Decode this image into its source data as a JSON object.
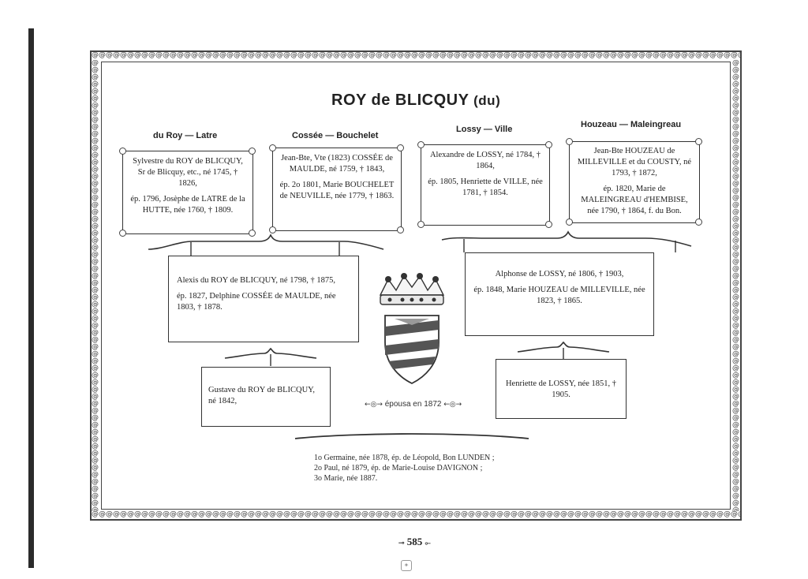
{
  "title": {
    "main": "ROY de BLICQUY",
    "suffix": "(du)"
  },
  "column_headers": [
    "du Roy — Latre",
    "Cossée — Bouchelet",
    "Lossy — Ville",
    "Houzeau — Maleingreau"
  ],
  "grandparents": [
    {
      "line1": "Sylvestre du ROY de BLICQUY, Sr de Blicquy, etc., né 1745, † 1826,",
      "line2": "ép. 1796, Josèphe de LATRE de la HUTTE, née 1760, † 1809."
    },
    {
      "line1": "Jean-Bte, Vte (1823) COSSÉE de MAULDE, né 1759, † 1843,",
      "line2": "ép. 2o 1801, Marie BOUCHELET de NEUVILLE, née 1779, † 1863."
    },
    {
      "line1": "Alexandre de LOSSY, né 1784, † 1864,",
      "line2": "ép. 1805, Henriette de VILLE, née 1781, † 1854."
    },
    {
      "line1": "Jean-Bte HOUZEAU de MILLEVILLE et du COUSTY, né 1793, † 1872,",
      "line2": "ép. 1820, Marie de MALEINGREAU d'HEMBISE, née 1790, † 1864, f. du Bon."
    }
  ],
  "parents": [
    {
      "line1": "Alexis du ROY de BLICQUY, né 1798, † 1875,",
      "line2": "ép. 1827, Delphine COSSÉE de MAULDE, née 1803, † 1878."
    },
    {
      "line1": "Alphonse de LOSSY, né 1806, † 1903,",
      "line2": "ép. 1848, Marie HOUZEAU de MILLEVILLE, née 1823, † 1865."
    }
  ],
  "couple": {
    "husband": "Gustave du ROY de BLICQUY, né 1842,",
    "wife": "Henriette de LOSSY, née 1851, † 1905.",
    "married": "épousa en 1872"
  },
  "children": [
    "1o Germaine, née 1878, ép. de Léopold, Bon LUNDEN ;",
    "2o Paul, né 1879, ép. de Marie-Louise DAVIGNON ;",
    "3o Marie, née 1887."
  ],
  "page_number": "585",
  "ornament": {
    "top": "@@@@@@@@@@@@@@@@@@@@@@@@@@@@@@@@@@@@@@@@@@@@@@@@@@@@@@@@@@@@@@@@@@@@@@@@@@@@@@@@@@@@@@@@@@@@@@@@@@@@@@@@@@@@@@@@@@@@@@@@@@@@@@@@@@@@@@@@@@@@@",
    "side": "@@@@@@@@@@@@@@@@@@@@@@@@@@@@@@@@@@@@@@@@@@@@@@@@@@@@@@@@@@@@@@@@@@@@@@@@@@@@@@@@@@@"
  }
}
